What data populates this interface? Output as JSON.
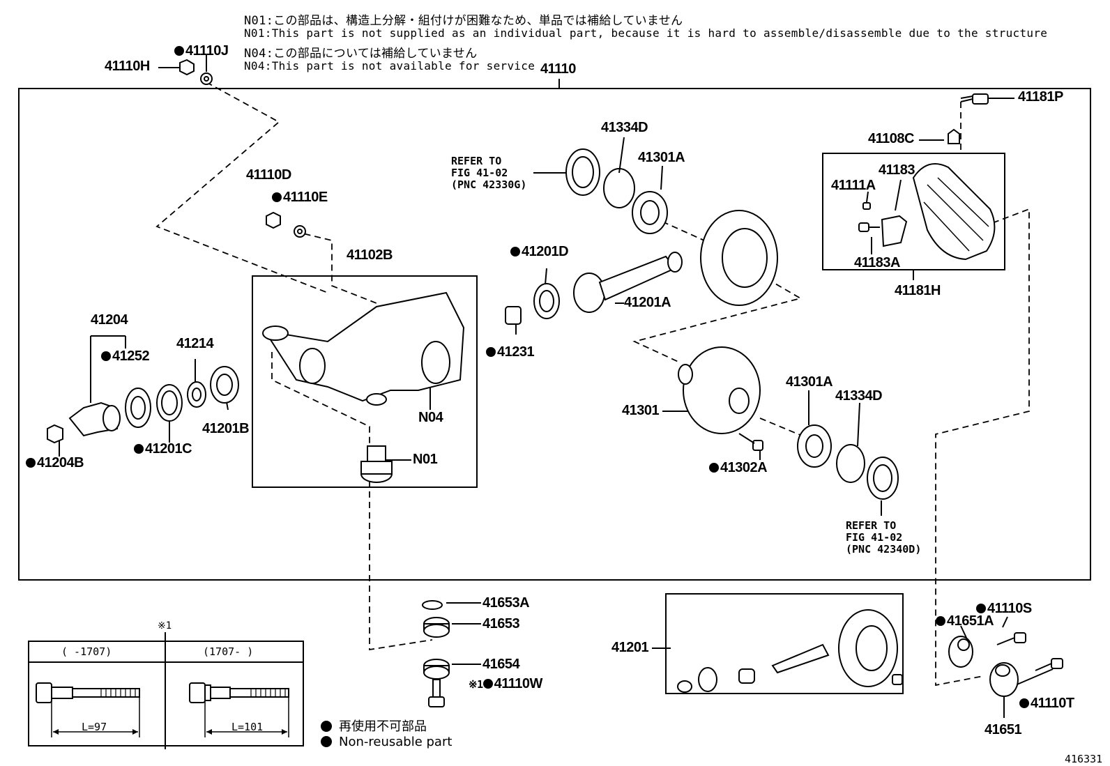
{
  "notes": {
    "n01_ja": "N01:この部品は、構造上分解・組付けが困難なため、単品では補給していません",
    "n01_en": "N01:This part is not supplied as an individual part, because it is hard to assemble/disassemble due to the structure",
    "n04_ja": "N04:この部品については補給していません",
    "n04_en": "N04:This part is not available for service"
  },
  "labels": {
    "p41110": "41110",
    "p41110H": "41110H",
    "p41110J": "41110J",
    "p41181P": "41181P",
    "p41108C": "41108C",
    "p41334D_top": "41334D",
    "p41301A_top": "41301A",
    "p41183": "41183",
    "p41111A": "41111A",
    "p41183A": "41183A",
    "p41181H": "41181H",
    "p41110D": "41110D",
    "p41110E": "41110E",
    "p41102B": "41102B",
    "p41201D": "41201D",
    "p41201A": "41201A",
    "p41231": "41231",
    "p41204": "41204",
    "p41252": "41252",
    "p41214": "41214",
    "p41201B": "41201B",
    "p41201C": "41201C",
    "p41204B": "41204B",
    "n04": "N04",
    "n01": "N01",
    "p41301": "41301",
    "p41301A_bot": "41301A",
    "p41334D_bot": "41334D",
    "p41302A": "41302A",
    "p41653A": "41653A",
    "p41653": "41653",
    "p41654": "41654",
    "p41110W": "41110W",
    "p41201": "41201",
    "p41110S": "41110S",
    "p41651A": "41651A",
    "p41110T": "41110T",
    "p41651": "41651"
  },
  "refs": {
    "top": "REFER TO\nFIG 41-02\n(PNC 42330G)",
    "bottom": "REFER TO\nFIG 41-02\n(PNC 42340D)"
  },
  "table": {
    "mark": "※1",
    "col1": "(     -1707)",
    "col2": "(1707-     )",
    "len1": "L=97",
    "len2": "L=101",
    "w_mark": "※1"
  },
  "legend": {
    "ja": "再使用不可部品",
    "en": "Non-reusable part"
  },
  "figure_id": "416331"
}
